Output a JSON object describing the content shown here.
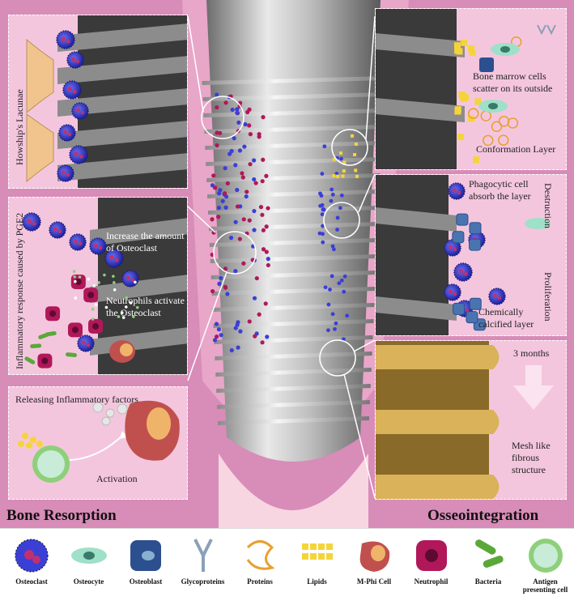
{
  "titles": {
    "left": "Bone Resorption",
    "right": "Osseointegration"
  },
  "panels": {
    "lacunae": {
      "vertical_label": "Howship's Lacunae"
    },
    "inflammatory": {
      "vertical_label": "Inflammatory response caused by PGE2",
      "increase": "Increase the amount of Osteoclast",
      "neutrophils": "Neutrophils activate the Osteoclast"
    },
    "release": {
      "releasing": "Releasing Inflammatory factors",
      "activation": "Activation"
    },
    "conformation": {
      "bone_marrow": "Bone marrow cells scatter on its outside",
      "layer": "Conformation Layer"
    },
    "phagocytic": {
      "absorb": "Phagocytic cell absorb the layer",
      "calcified": "Chemically calcified layer",
      "destruction": "Destruction",
      "proliferation": "Proliferation"
    },
    "mesh": {
      "months": "3 months",
      "structure": "Mesh like fibrous structure"
    }
  },
  "legend": [
    {
      "label": "Osteoclast",
      "icon": "osteoclast-icon",
      "color": "#3a3fd6"
    },
    {
      "label": "Osteocyte",
      "icon": "osteocyte-icon",
      "color": "#9fe0c8"
    },
    {
      "label": "Osteoblast",
      "icon": "osteoblast-icon",
      "color": "#2c4f8f"
    },
    {
      "label": "Glycoproteins",
      "icon": "glycoprotein-icon",
      "color": "#8aa0b8"
    },
    {
      "label": "Proteins",
      "icon": "protein-icon",
      "color": "#e8a030"
    },
    {
      "label": "Lipids",
      "icon": "lipid-icon",
      "color": "#f5d43a"
    },
    {
      "label": "M-Phi Cell",
      "icon": "mphi-cell-icon",
      "color": "#c0504d"
    },
    {
      "label": "Neutrophil",
      "icon": "neutrophil-icon",
      "color": "#b0185a"
    },
    {
      "label": "Bacteria",
      "icon": "bacteria-icon",
      "color": "#5aa83a"
    },
    {
      "label": "Antigen presenting cell",
      "icon": "antigen-presenting-cell-icon",
      "color": "#8ed07a"
    }
  ],
  "colors": {
    "bone": "#d88cb8",
    "panel": "#f4c6de",
    "implant": "#b5b5b5",
    "gold": "#c9a24a"
  }
}
